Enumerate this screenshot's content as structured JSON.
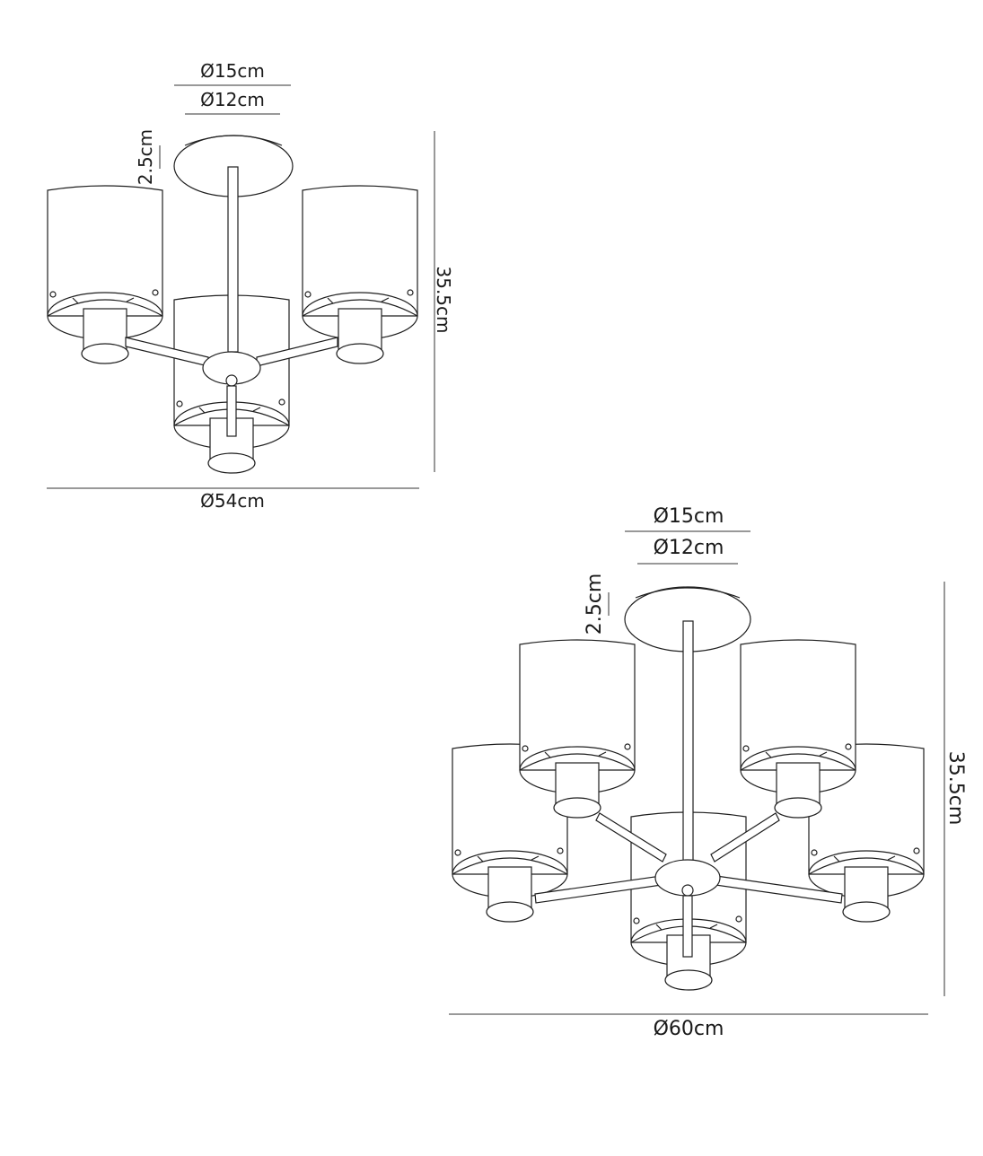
{
  "diagram_3light": {
    "canopy_outer_diameter": "Ø15cm",
    "canopy_inner_diameter": "Ø12cm",
    "canopy_height": "2.5cm",
    "overall_height": "35.5cm",
    "overall_diameter": "Ø54cm"
  },
  "diagram_5light": {
    "canopy_outer_diameter": "Ø15cm",
    "canopy_inner_diameter": "Ø12cm",
    "canopy_height": "2.5cm",
    "overall_height": "35.5cm",
    "overall_diameter": "Ø60cm"
  },
  "colors": {
    "line": "#1f1f1f",
    "background": "#ffffff"
  }
}
